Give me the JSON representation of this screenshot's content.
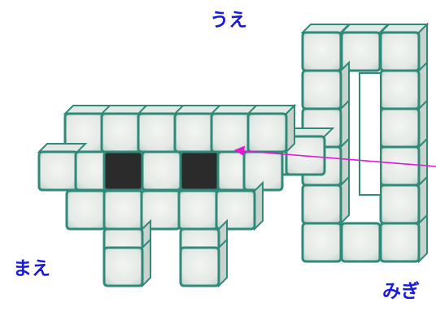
{
  "labels": {
    "top": "うえ",
    "front": "まえ",
    "right": "みぎ"
  },
  "colors": {
    "label_text": "#1a1adc",
    "arrow": "#e01ad4",
    "cube_face": "#ecefeb",
    "cube_edge": "#2f8a79",
    "cube_top": "#e2e8e4",
    "cube_side": "#c9d2cd",
    "window_dark": "#2b2b2b"
  }
}
